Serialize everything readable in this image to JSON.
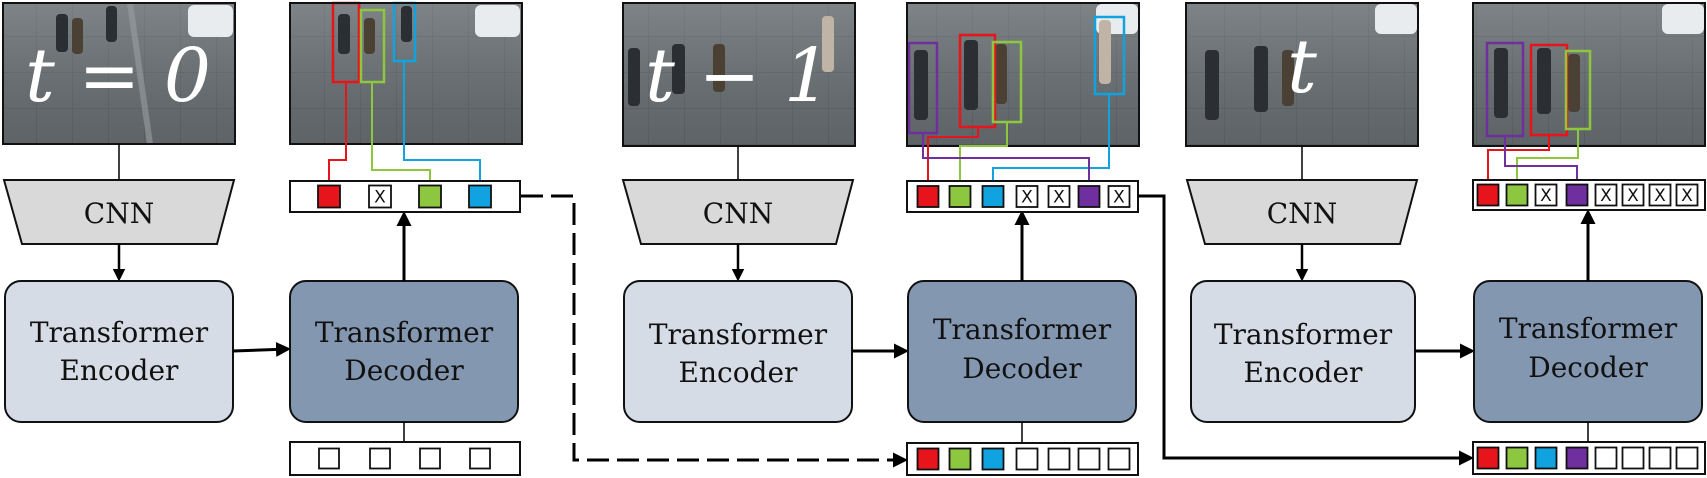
{
  "colors": {
    "red": "#e8141b",
    "green": "#8dc63f",
    "blue": "#10a3df",
    "purple": "#6f2f9f",
    "encoder_fill": "#d6dce6",
    "decoder_fill": "#8497b0",
    "cnn_fill": "#d9d9d9"
  },
  "stages": [
    {
      "time_label": "t = 0",
      "cnn_label": "CNN",
      "encoder_label_1": "Transformer",
      "encoder_label_2": "Encoder",
      "decoder_label_1": "Transformer",
      "decoder_label_2": "Decoder",
      "input_queries": [
        "empty",
        "empty",
        "empty",
        "empty"
      ],
      "output_queries": [
        "red",
        "x",
        "green",
        "blue"
      ],
      "x_mark": "X"
    },
    {
      "time_label": "t − 1",
      "cnn_label": "CNN",
      "encoder_label_1": "Transformer",
      "encoder_label_2": "Encoder",
      "decoder_label_1": "Transformer",
      "decoder_label_2": "Decoder",
      "input_queries": [
        "red",
        "green",
        "blue",
        "empty",
        "empty",
        "empty",
        "empty"
      ],
      "output_queries": [
        "red",
        "green",
        "blue",
        "x",
        "x",
        "purple",
        "x"
      ],
      "x_mark": "X"
    },
    {
      "time_label": "t",
      "cnn_label": "CNN",
      "encoder_label_1": "Transformer",
      "encoder_label_2": "Encoder",
      "decoder_label_1": "Transformer",
      "decoder_label_2": "Decoder",
      "input_queries": [
        "red",
        "green",
        "blue",
        "purple",
        "empty",
        "empty",
        "empty",
        "empty"
      ],
      "output_queries": [
        "red",
        "green",
        "x",
        "purple",
        "x",
        "x",
        "x",
        "x"
      ],
      "x_mark": "X"
    }
  ]
}
